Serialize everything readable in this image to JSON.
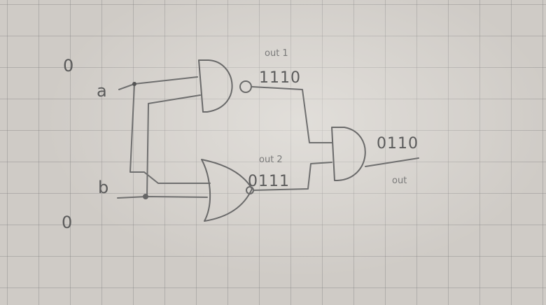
{
  "labels": {
    "input_a": "a",
    "input_b": "b",
    "top_mark": "0",
    "bottom_mark": "0",
    "out1_label": "out 1",
    "out1_bits": "1110",
    "out2_label": "out 2",
    "out2_bits": "0111",
    "out_bits": "0110",
    "out_label": "out"
  },
  "gates": [
    "nand-gate",
    "or-gate",
    "and-gate"
  ]
}
